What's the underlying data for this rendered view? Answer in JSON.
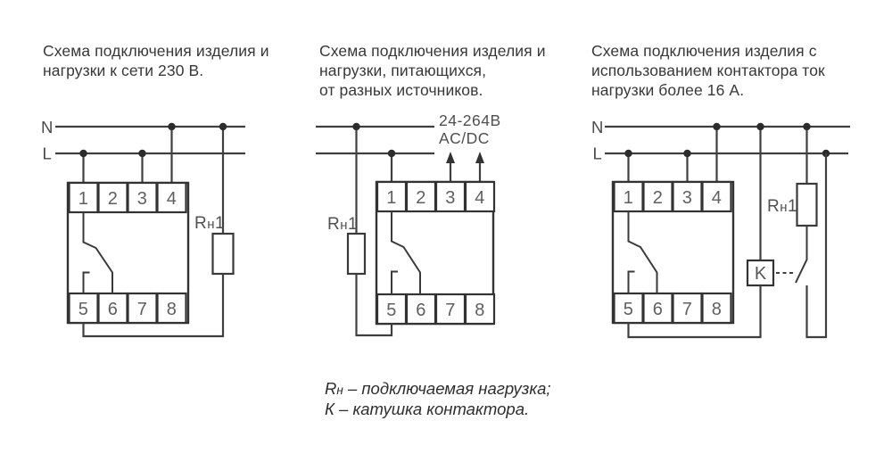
{
  "diagrams": [
    {
      "id": "mains-230v",
      "title_lines": [
        "Схема подключения изделия и",
        "нагрузки к сети 230 В."
      ],
      "bus_labels": {
        "neutral": "N",
        "line": "L"
      },
      "terminals_top": [
        "1",
        "2",
        "3",
        "4"
      ],
      "terminals_bottom": [
        "5",
        "6",
        "7",
        "8"
      ],
      "load_label": {
        "r": "R",
        "sub": "н",
        "index": "1"
      }
    },
    {
      "id": "separate-sources",
      "title_lines": [
        "Схема подключения изделия и",
        "нагрузки, питающихся,",
        "от разных источников."
      ],
      "supply_label_lines": [
        "24-264В",
        "AC/DC"
      ],
      "terminals_top": [
        "1",
        "2",
        "3",
        "4"
      ],
      "terminals_bottom": [
        "5",
        "6",
        "7",
        "8"
      ],
      "load_label": {
        "r": "R",
        "sub": "н",
        "index": "1"
      }
    },
    {
      "id": "contactor-16a",
      "title_lines": [
        "Схема подключения изделия с",
        "использованием контактора ток",
        "нагрузки более 16 А."
      ],
      "bus_labels": {
        "neutral": "N",
        "line": "L"
      },
      "terminals_top": [
        "1",
        "2",
        "3",
        "4"
      ],
      "terminals_bottom": [
        "5",
        "6",
        "7",
        "8"
      ],
      "load_label": {
        "r": "R",
        "sub": "н",
        "index": "1"
      },
      "contactor_label": "K"
    }
  ],
  "legend": {
    "line1": {
      "symbol": "R",
      "subscript": "н",
      "text": " – подключаемая нагрузка;"
    },
    "line2": "К – катушка контактора."
  },
  "colors": {
    "wire": "#3f3f3f",
    "box_stroke": "#333333",
    "label_gray": "#4f4f4f",
    "title_text": "#383838",
    "legend_text": "#2e2e2e"
  }
}
